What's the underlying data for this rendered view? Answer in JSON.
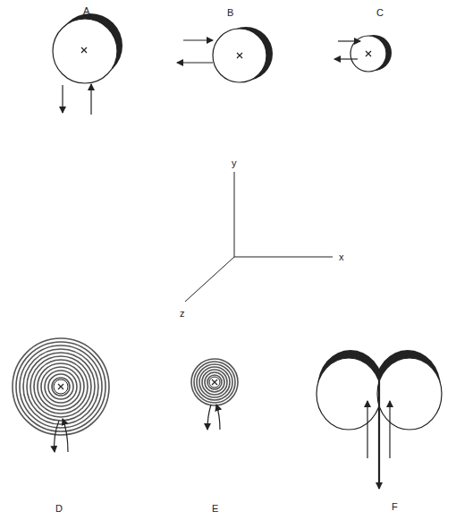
{
  "diagram": {
    "labels": [
      "A",
      "B",
      "C",
      "y",
      "x",
      "z",
      "D",
      "E",
      "F"
    ]
  }
}
